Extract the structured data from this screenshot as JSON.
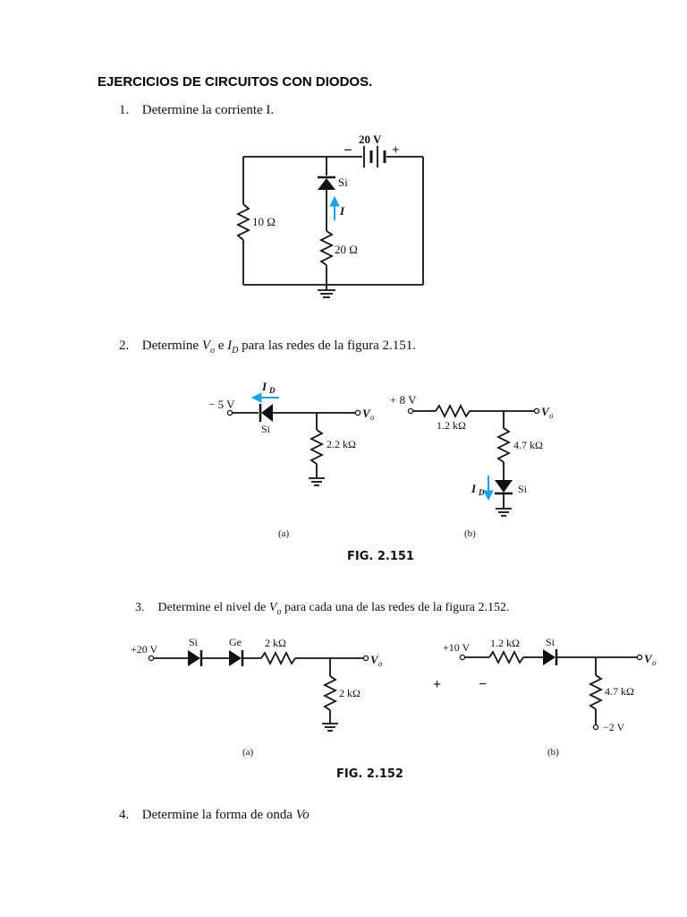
{
  "document": {
    "title": "EJERCICIOS DE CIRCUITOS CON DIODOS."
  },
  "exercises": [
    {
      "number": "1.",
      "text": "Determine la corriente I.",
      "circuit": {
        "source_label": "20 V",
        "source_minus": "−",
        "source_plus": "+",
        "diode_label": "Si",
        "current_label": "I",
        "r1_label": "10 Ω",
        "r2_label": "20 Ω"
      }
    },
    {
      "number": "2.",
      "text_pre": "Determine ",
      "v_symbol": "V",
      "v_sub": "o",
      "text_mid": " e ",
      "i_symbol": "I",
      "i_sub": "D",
      "text_post": " para las redes de la figura 2.151.",
      "fig_a": {
        "source_label": "− 5 V",
        "current_label": "I",
        "current_sub": "D",
        "diode_label": "Si",
        "output_label": "V",
        "output_sub": "o",
        "resistor_label": "2.2 kΩ",
        "caption": "(a)"
      },
      "fig_b": {
        "source_label": "+ 8 V",
        "r1_label": "1.2 kΩ",
        "r2_label": "4.7 kΩ",
        "output_label": "V",
        "output_sub": "o",
        "current_label": "I",
        "current_sub": "D",
        "diode_label": "Si",
        "caption": "(b)"
      },
      "figure_caption": "FIG. 2.151"
    },
    {
      "number": "3.",
      "text_pre": "Determine el nivel de ",
      "v_symbol": "V",
      "v_sub": "o",
      "text_post": " para cada una de las redes de la figura 2.152.",
      "fig_a": {
        "source_label": "+20 V",
        "d1_label": "Si",
        "d2_label": "Ge",
        "r1_label": "2 kΩ",
        "r2_label": "2 kΩ",
        "output_label": "V",
        "output_sub": "o",
        "caption": "(a)"
      },
      "fig_b": {
        "source_label": "+10 V",
        "r1_label": "1.2 kΩ",
        "diode_label": "Si",
        "r2_label": "4.7 kΩ",
        "bottom_label": "−2 V",
        "output_label": "V",
        "output_sub": "o",
        "caption": "(b)"
      },
      "stray_plus": "+",
      "stray_minus": "−",
      "figure_caption": "FIG. 2.152"
    },
    {
      "number": "4.",
      "text": "Determine la forma de onda ",
      "text_italic": "Vo"
    }
  ],
  "colors": {
    "ink": "#111111",
    "current_arrow": "#1aa3e0"
  }
}
